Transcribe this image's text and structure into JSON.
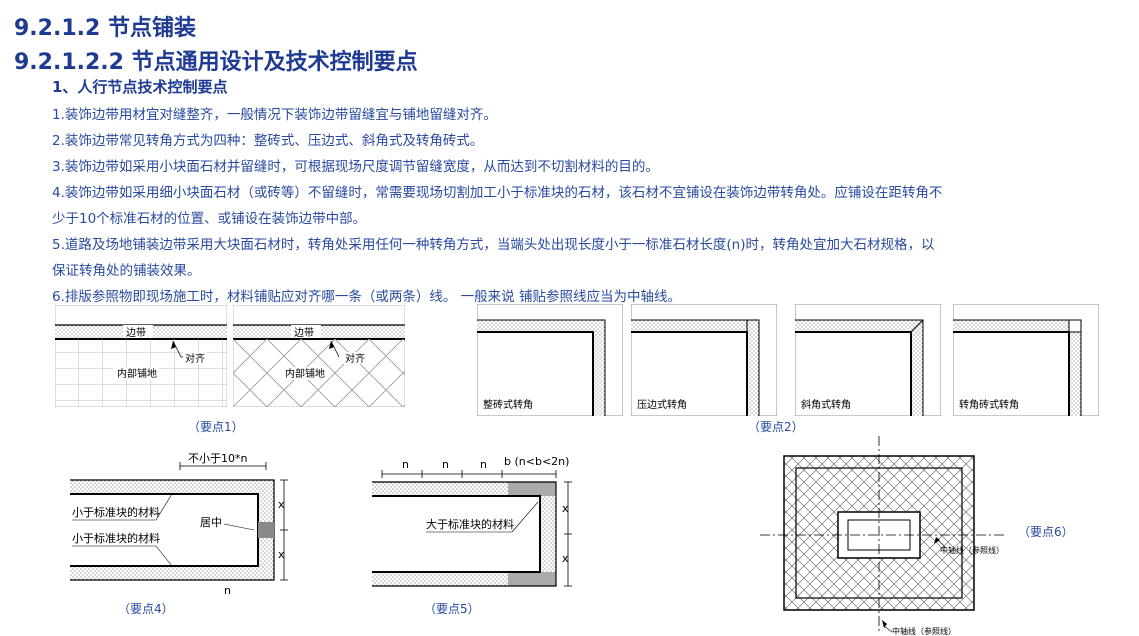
{
  "heading1": "9.2.1.2 节点铺装",
  "heading2": "9.2.1.2.2 节点通用设计及技术控制要点",
  "heading3": "1、人行节点技术控制要点",
  "paragraphs": [
    "1.装饰边带用材宜对缝整齐，一般情况下装饰边带留缝宜与铺地留缝对齐。",
    "2.装饰边带常见转角方式为四种：整砖式、压边式、斜角式及转角砖式。",
    "3.装饰边带如采用小块面石材并留缝时，可根据现场尺度调节留缝宽度，从而达到不切割材料的目的。",
    "4.装饰边带如采用细小块面石材（或砖等）不留缝时，常需要现场切割加工小于标准块的石材，该石材不宜铺设在装饰边带转角处。应铺设在距转角不",
    "少于10个标准石材的位置、或铺设在装饰边带中部。",
    "5.道路及场地铺装边带采用大块面石材时，转角处采用任何一种转角方式，当端头处出现长度小于一标准石材长度(n)时，转角处宜加大石材规格，以",
    "保证转角处的铺装效果。",
    "6.排版参照物即现场施工时，材料铺贴应对齐哪一条（或两条）线。 一般来说  铺贴参照线应当为中轴线。"
  ],
  "figures": {
    "fig1a": {
      "edge": "边带",
      "align": "对齐",
      "inner": "内部铺地"
    },
    "fig1b": {
      "edge": "边带",
      "align": "对齐",
      "inner": "内部铺地"
    },
    "fig2": [
      "整砖式转角",
      "压边式转角",
      "斜角式转角",
      "转角砖式转角"
    ],
    "fig4": {
      "top": "不小于10*n",
      "label1": "小于标准块的材料",
      "label2": "小于标准块的材料",
      "center": "居中",
      "x": "x",
      "n": "n"
    },
    "fig5": {
      "n": "n",
      "b": "b (n<b<2n)",
      "label": "大于标准块的材料",
      "x": "x"
    },
    "fig6": {
      "axis1": "中轴线（参照线）",
      "axis2": "中轴线（参照线）"
    }
  },
  "captions": {
    "p1": "（要点1）",
    "p2": "（要点2）",
    "p4": "（要点4）",
    "p5": "（要点5）",
    "p6": "（要点6）"
  },
  "colors": {
    "title": "#1f3a93",
    "body": "#2a4aa0"
  }
}
